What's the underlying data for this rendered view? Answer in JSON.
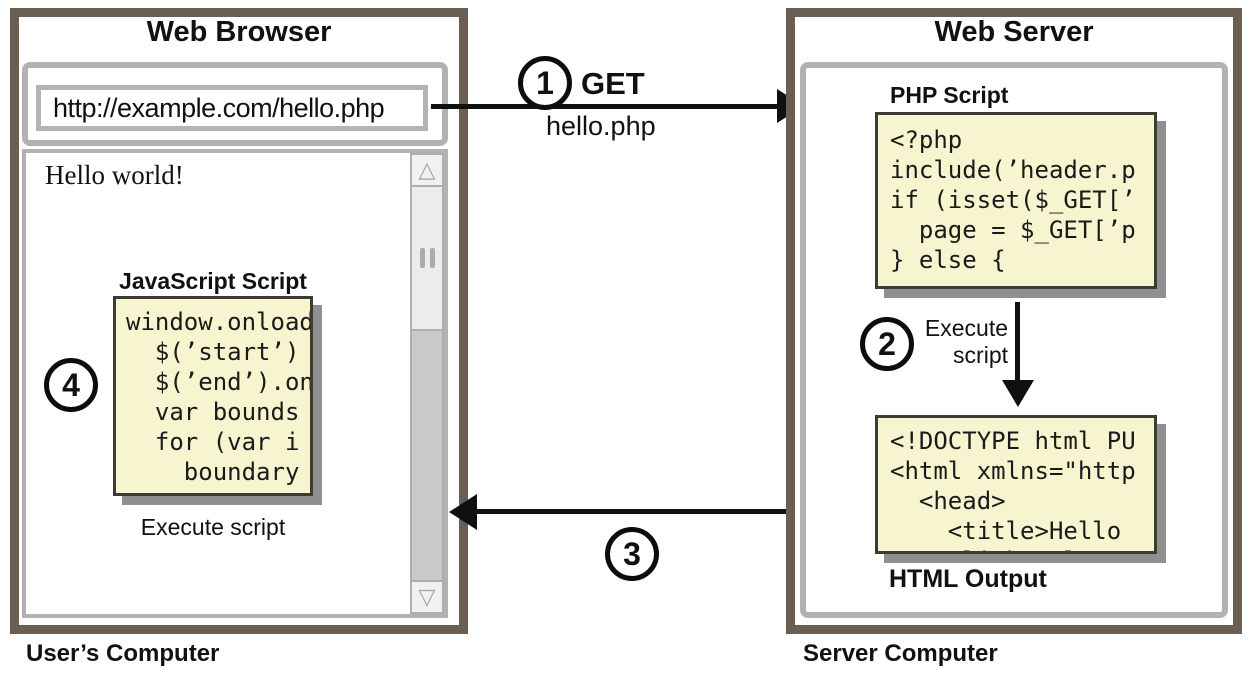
{
  "browser": {
    "title": "Web Browser",
    "computer_label": "User’s Computer",
    "url": "http://example.com/hello.php",
    "page_text": "Hello world!",
    "js_label": "JavaScript Script",
    "js_code": [
      "window.onload",
      "  $(’start’)",
      "  $(’end’).on",
      "  var bounds",
      "  for (var i",
      "    boundary"
    ],
    "execute_label": "Execute script",
    "scrollbar": {
      "up_icon": "△",
      "down_icon": "▽"
    }
  },
  "server": {
    "title": "Web Server",
    "computer_label": "Server Computer",
    "php_label": "PHP Script",
    "php_code": [
      "<?php",
      "include(’header.p",
      "if (isset($_GET[’",
      "  page = $_GET[’p",
      "} else {"
    ],
    "execute_line1": "Execute",
    "execute_line2": "script",
    "html_label": "HTML Output",
    "html_code": [
      "<!DOCTYPE html PU",
      "<html xmlns=\"http",
      "  <head>",
      "    <title>Hello",
      "    <link rel=\"s"
    ]
  },
  "steps": {
    "one": {
      "number": "1",
      "label": "GET",
      "sublabel": "hello.php"
    },
    "two": {
      "number": "2"
    },
    "three": {
      "number": "3"
    },
    "four": {
      "number": "4"
    }
  },
  "colors": {
    "frame_brown": "#6b5e53",
    "panel_gray": "#b2b2b2",
    "code_bg_yellow": "#f6f5cf",
    "shadow_gray": "#8f8f8f",
    "ink_black": "#101010"
  }
}
